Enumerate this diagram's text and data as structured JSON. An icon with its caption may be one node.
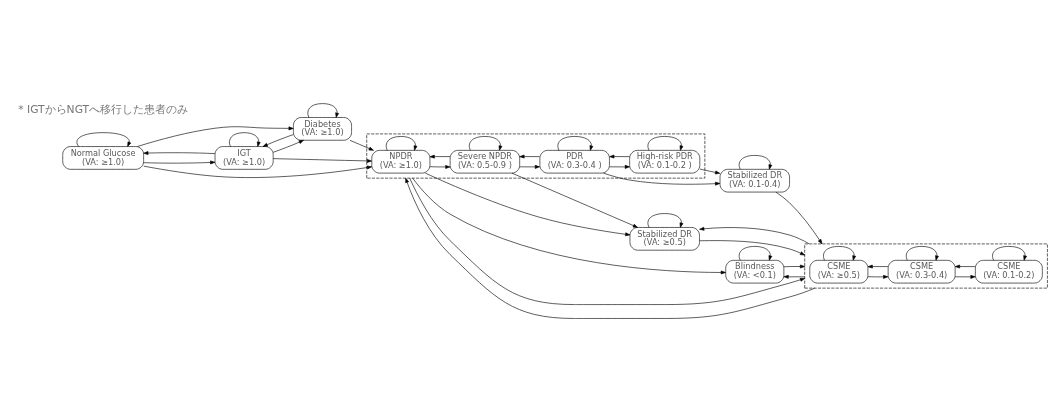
{
  "diagram": {
    "nodes": [
      {
        "text": [
          "Normal Glucose",
          "(VA: ≥1.0)"
        ]
      },
      {
        "text": [
          "IGT",
          "(VA: ≥1.0)"
        ]
      },
      {
        "text": [
          "Diabetes",
          "(VA: ≥1.0)"
        ]
      },
      {
        "text": [],
        "shape": "box"
      },
      {
        "text": [
          "NPDR",
          "(VA: ≥1.0)"
        ],
        "in": 3
      },
      {
        "text": [
          "Severe NPDR",
          "(VA: 0.5-0.9 )"
        ],
        "in": 3
      },
      {
        "text": [
          "PDR",
          "(VA: 0.3-0.4 )"
        ],
        "in": 3
      },
      {
        "text": [
          "High-risk PDR",
          "(VA: 0.1-0.2 )"
        ],
        "in": 3
      },
      {
        "text": [
          "Stabilized DR",
          "(VA: ≥0.5)"
        ]
      },
      {
        "text": [
          "Stabilized DR",
          "(VA: 0.1-0.4)"
        ]
      },
      {
        "text": [
          "Blindness",
          "(VA: <0.1)"
        ]
      },
      {
        "text": [],
        "shape": "box"
      },
      {
        "text": [
          "CSME",
          "(VA: ≥0.5)"
        ],
        "in": 11
      },
      {
        "text": [
          "CSME",
          "(VA: 0.3-0.4)"
        ],
        "in": 11
      },
      {
        "text": [
          "CSME",
          "(VA: 0.1-0.2)"
        ],
        "in": 11
      }
    ],
    "edges": [
      {
        "from": 0,
        "to": 0,
        "arrow": "to"
      },
      {
        "from": 1,
        "to": 1,
        "arrow": "to"
      },
      {
        "from": 2,
        "to": 2,
        "arrow": "to"
      },
      {
        "from": 0,
        "to": 1,
        "arrow": "to"
      },
      {
        "from": 1,
        "to": 0,
        "arrow": "to"
      },
      {
        "from": 0,
        "to": 2,
        "arrow": "to"
      },
      {
        "from": 1,
        "to": 2,
        "arrow": "to"
      },
      {
        "from": 2,
        "to": 1,
        "arrow": "to"
      },
      {
        "from": 1,
        "to": 4,
        "arrow": "to"
      },
      {
        "from": 2,
        "to": 4,
        "arrow": "to"
      },
      {
        "from": 0,
        "to": 4,
        "arrow": "to"
      },
      {
        "from": 4,
        "to": 4,
        "arrow": "to"
      },
      {
        "from": 5,
        "to": 5,
        "arrow": "to"
      },
      {
        "from": 6,
        "to": 6,
        "arrow": "to"
      },
      {
        "from": 7,
        "to": 7,
        "arrow": "to"
      },
      {
        "from": 4,
        "to": 5,
        "arrow": "to"
      },
      {
        "from": 5,
        "to": 4,
        "arrow": "to"
      },
      {
        "from": 5,
        "to": 6,
        "arrow": "to"
      },
      {
        "from": 6,
        "to": 5,
        "arrow": "to"
      },
      {
        "from": 6,
        "to": 7,
        "arrow": "to"
      },
      {
        "from": 7,
        "to": 6,
        "arrow": "to"
      },
      {
        "from": 4,
        "to": 8,
        "arrow": "to"
      },
      {
        "from": 5,
        "to": 8,
        "arrow": "to"
      },
      {
        "from": 6,
        "to": 9,
        "arrow": "to"
      },
      {
        "from": 7,
        "to": 9,
        "arrow": "to"
      },
      {
        "from": 8,
        "to": 8,
        "arrow": "to"
      },
      {
        "from": 9,
        "to": 9,
        "arrow": "to"
      },
      {
        "from": 10,
        "to": 10,
        "arrow": "to"
      },
      {
        "from": 3,
        "to": 10,
        "arrow": "to"
      },
      {
        "from": 11,
        "to": 3,
        "arrow": "to"
      },
      {
        "from": 3,
        "to": 11,
        "arrow": "to"
      },
      {
        "from": 11,
        "to": 10,
        "arrow": "to"
      },
      {
        "from": 10,
        "to": 11,
        "arrow": "to"
      },
      {
        "from": 8,
        "to": 11,
        "arrow": "to"
      },
      {
        "from": 9,
        "to": 11,
        "arrow": "to"
      },
      {
        "from": 11,
        "to": 8,
        "arrow": "to"
      },
      {
        "from": 12,
        "to": 12,
        "arrow": "to"
      },
      {
        "from": 13,
        "to": 13,
        "arrow": "to"
      },
      {
        "from": 14,
        "to": 14,
        "arrow": "to"
      },
      {
        "from": 12,
        "to": 13,
        "arrow": "to"
      },
      {
        "from": 13,
        "to": 12,
        "arrow": "to"
      },
      {
        "from": 13,
        "to": 14,
        "arrow": "to"
      },
      {
        "from": 14,
        "to": 13,
        "arrow": "to"
      }
    ],
    "labels": [
      "* IGTからNGTへ移行した患者のみ"
    ]
  }
}
